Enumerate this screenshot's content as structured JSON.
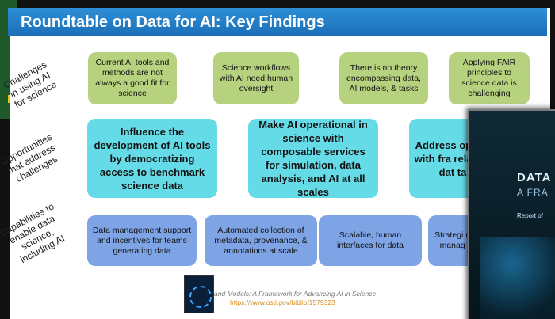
{
  "slide": {
    "title": "Roundtable on Data for AI:  Key Findings",
    "row_labels": {
      "challenges": [
        "Challenges",
        "in using AI",
        "for science"
      ],
      "opportunities": [
        "Opportunities",
        "that address",
        "challenges"
      ],
      "capabilities": [
        "Capabilities to",
        "enable data",
        "science,",
        "including AI"
      ]
    },
    "challenges": [
      "Current AI tools and methods are not always a good fit for science",
      "Science workflows with AI need human oversight",
      "There is no theory encompassing data, AI models, & tasks",
      "Applying FAIR principles to science data is challenging"
    ],
    "opportunities": [
      "Influence the development of AI tools by democratizing access to benchmark science data",
      "Make AI operational in science with composable services for simulation, data analysis, and AI at all scales",
      "Address ope AI with fra relating dat ta"
    ],
    "capabilities": [
      "Data management support and incentives for teams generating data",
      "Automated collection of metadata, provenance, & annotations at scale",
      "Scalable, human interfaces for data",
      "Strategi ma manag n"
    ],
    "citation": "and Models: A Framework for Advancing AI in Science",
    "citation_url": "https://www.osti.gov/biblio/1579323"
  },
  "overlay": {
    "title": "DATA",
    "subtitle": "A FRA",
    "report": "Report of"
  }
}
